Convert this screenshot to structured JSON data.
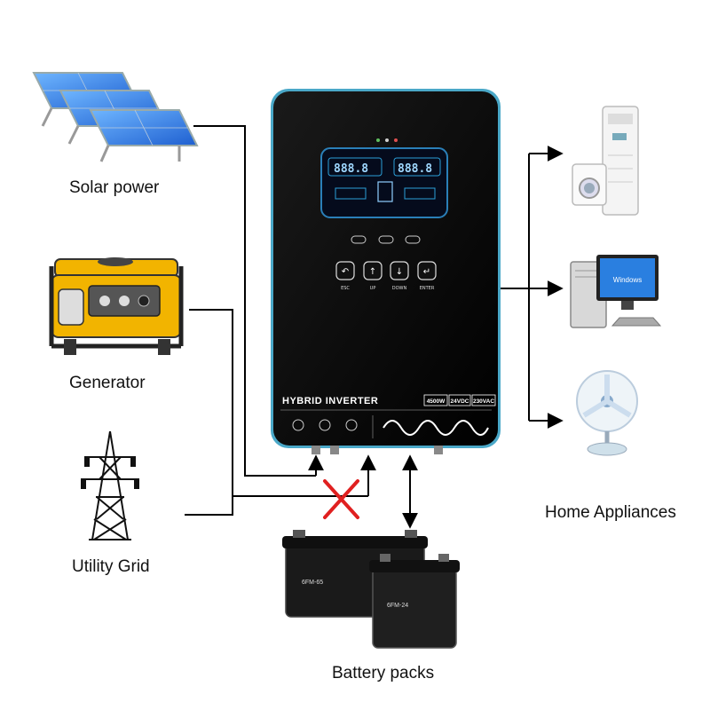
{
  "sources": {
    "solar": "Solar power",
    "generator": "Generator",
    "grid": "Utility Grid"
  },
  "battery": {
    "label": "Battery packs",
    "battery_1_model": "6FM-65",
    "battery_2_model": "6FM-24"
  },
  "loads": {
    "label": "Home Appliances",
    "computer_screen_text": "Windows"
  },
  "inverter": {
    "title": "HYBRID INVERTER",
    "spec_power": "4500W",
    "spec_dc": "24VDC",
    "spec_ac": "230VAC",
    "display_left": "888.8",
    "display_right": "888.8",
    "buttons": [
      "ESC",
      "UP",
      "DOWN",
      "ENTER"
    ]
  },
  "colors": {
    "line": "#000000",
    "cross": "#e02020",
    "inverter_body": "#0a0a0a",
    "inverter_edge": "#3a8fb0",
    "lcd_frame": "#2a7fb8",
    "generator_body": "#f2b400",
    "battery_body": "#1a1a1a"
  }
}
